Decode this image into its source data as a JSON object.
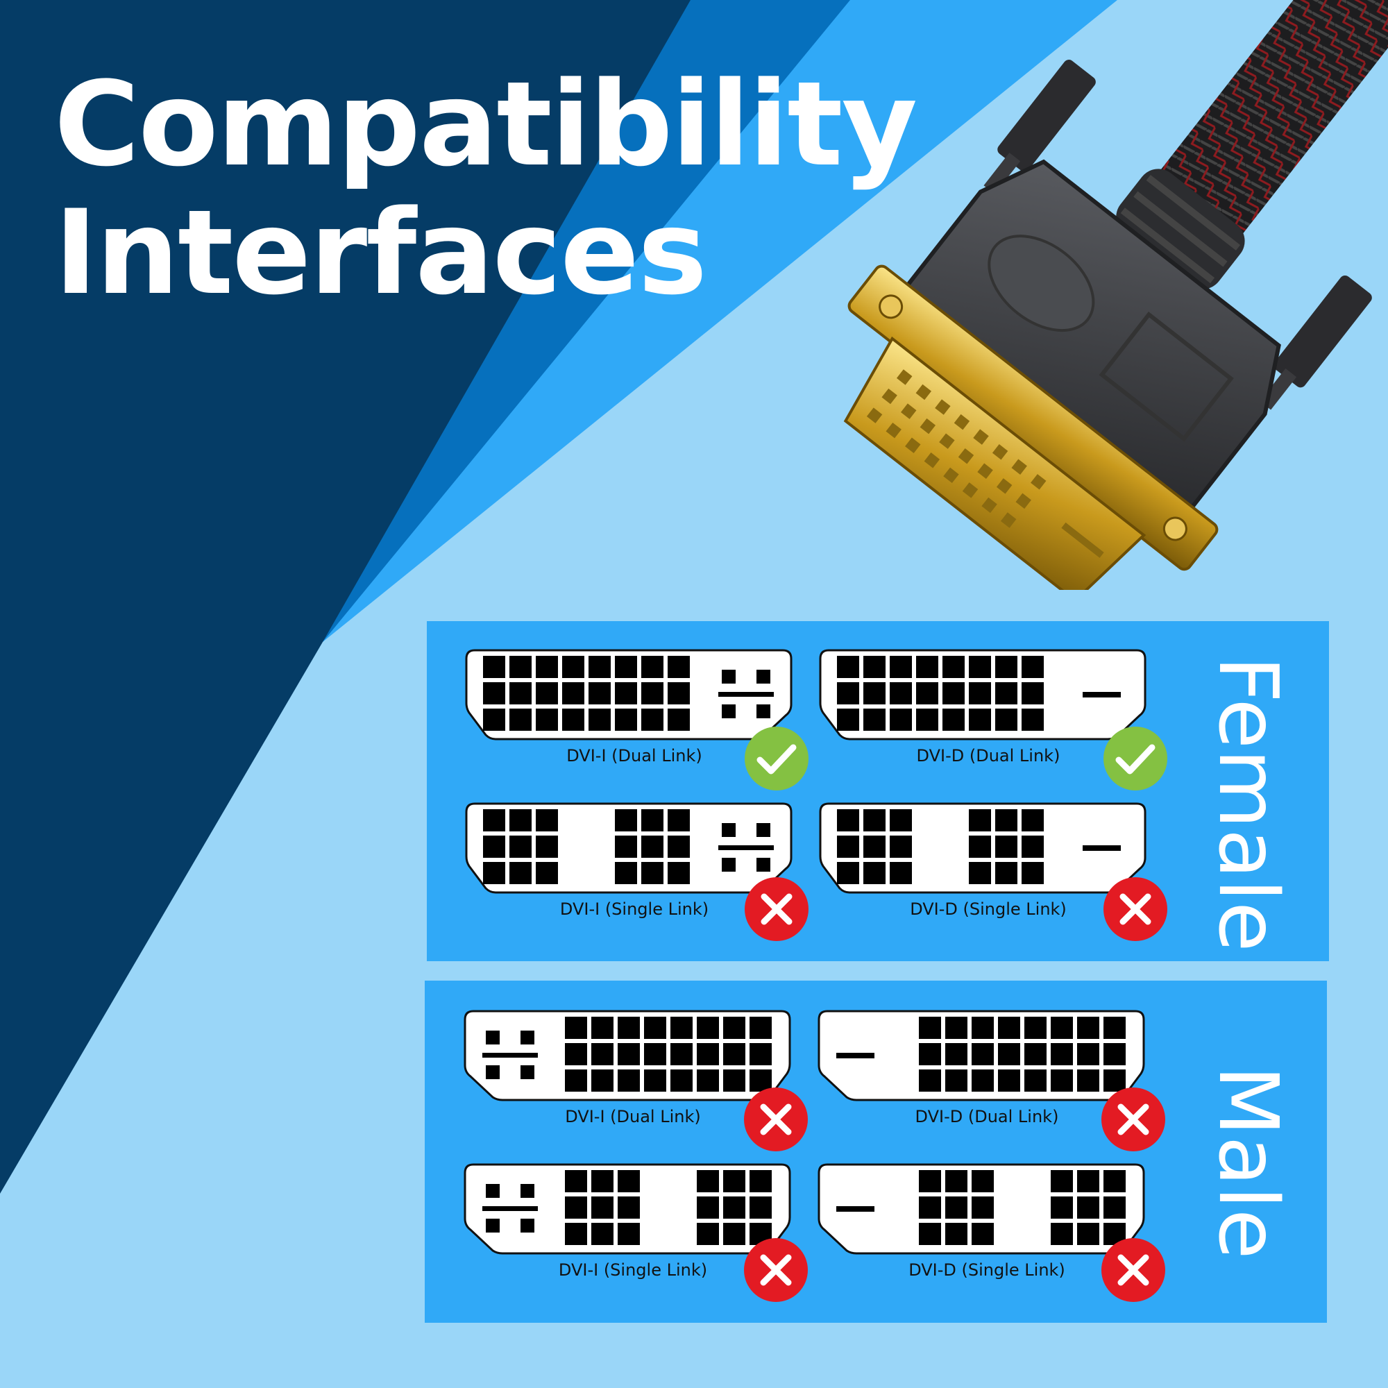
{
  "title": {
    "line1": "Compatibility",
    "line2": "Interfaces"
  },
  "colors": {
    "navy": "#053c66",
    "mid_blue": "#0670bd",
    "bright_blue": "#30a9f7",
    "light_blue": "#9ad6f8",
    "ok_green": "#84c142",
    "fail_red": "#e31b23"
  },
  "female": {
    "label": "Female",
    "items": [
      {
        "caption": "DVI-I (Dual Link)",
        "status": "compatible",
        "icon": "check-icon"
      },
      {
        "caption": "DVI-D (Dual Link)",
        "status": "compatible",
        "icon": "check-icon"
      },
      {
        "caption": "DVI-I (Single Link)",
        "status": "incompatible",
        "icon": "cross-icon"
      },
      {
        "caption": "DVI-D (Single Link)",
        "status": "incompatible",
        "icon": "cross-icon"
      }
    ]
  },
  "male": {
    "label": "Male",
    "items": [
      {
        "caption": "DVI-I (Dual Link)",
        "status": "incompatible",
        "icon": "cross-icon"
      },
      {
        "caption": "DVI-D (Dual Link)",
        "status": "incompatible",
        "icon": "cross-icon"
      },
      {
        "caption": "DVI-I (Single Link)",
        "status": "incompatible",
        "icon": "cross-icon"
      },
      {
        "caption": "DVI-D (Single Link)",
        "status": "incompatible",
        "icon": "cross-icon"
      }
    ]
  }
}
